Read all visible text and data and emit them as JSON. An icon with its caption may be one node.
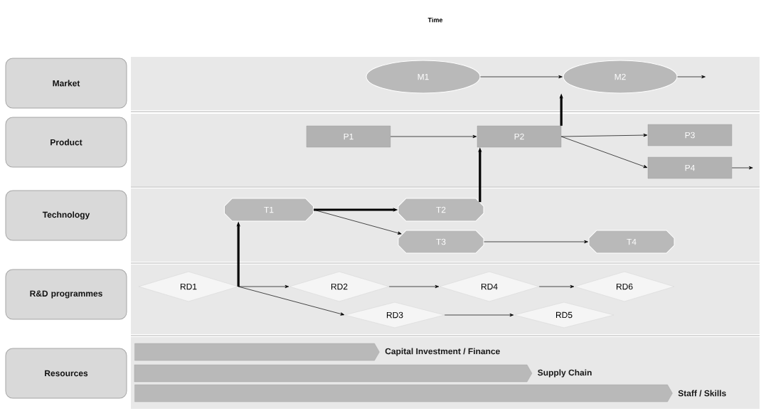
{
  "diagram": {
    "nodes": [
      {
        "text": [
          "Market"
        ]
      },
      {
        "text": [
          "Product"
        ]
      },
      {
        "text": [
          "Technology"
        ]
      },
      {
        "text": [
          "R&D programmes"
        ]
      },
      {
        "text": [
          "Resources"
        ]
      },
      {
        "text": [
          "M1"
        ]
      },
      {
        "text": [
          "M2"
        ]
      },
      {
        "text": [
          "P1"
        ]
      },
      {
        "text": [
          "P2"
        ]
      },
      {
        "text": [
          "P3"
        ]
      },
      {
        "text": [
          "P4"
        ]
      },
      {
        "text": [
          "T1"
        ]
      },
      {
        "text": [
          "T2"
        ]
      },
      {
        "text": [
          "T3"
        ]
      },
      {
        "text": [
          "T4"
        ]
      },
      {
        "text": [
          "RD1"
        ]
      },
      {
        "text": [
          "RD2"
        ]
      },
      {
        "text": [
          "RD3"
        ]
      },
      {
        "text": [
          "RD4"
        ]
      },
      {
        "text": [
          "RD5"
        ]
      },
      {
        "text": [
          "RD6"
        ]
      },
      {
        "text": [],
        "shape": "bar",
        "beside": [
          "Capital Investment / Finance"
        ]
      },
      {
        "text": [],
        "shape": "bar",
        "beside": [
          "Supply Chain"
        ]
      },
      {
        "text": [],
        "shape": "bar",
        "beside": [
          "Staff / Skills"
        ]
      }
    ],
    "edges": [
      {
        "from": 5,
        "to": 6,
        "arrow": "to"
      },
      {
        "from": 6,
        "to": null,
        "arrow": "to"
      },
      {
        "from": 7,
        "to": 8,
        "arrow": "to"
      },
      {
        "from": 8,
        "to": 6,
        "arrow": "to",
        "style": "thick"
      },
      {
        "from": 8,
        "to": 9,
        "arrow": "to"
      },
      {
        "from": 8,
        "to": 10,
        "arrow": "to"
      },
      {
        "from": 10,
        "to": null,
        "arrow": "to"
      },
      {
        "from": 11,
        "to": 12,
        "arrow": "to",
        "style": "thick"
      },
      {
        "from": 11,
        "to": 13,
        "arrow": "to"
      },
      {
        "from": 12,
        "to": 8,
        "arrow": "to",
        "style": "thick"
      },
      {
        "from": 13,
        "to": 14,
        "arrow": "to"
      },
      {
        "from": 15,
        "to": 11,
        "arrow": "to",
        "style": "thick"
      },
      {
        "from": 15,
        "to": 16,
        "arrow": "to"
      },
      {
        "from": 15,
        "to": 17,
        "arrow": "to"
      },
      {
        "from": 16,
        "to": 18,
        "arrow": "to"
      },
      {
        "from": 18,
        "to": 20,
        "arrow": "to"
      },
      {
        "from": 17,
        "to": 19,
        "arrow": "to"
      }
    ],
    "labels": [
      "Time"
    ]
  }
}
